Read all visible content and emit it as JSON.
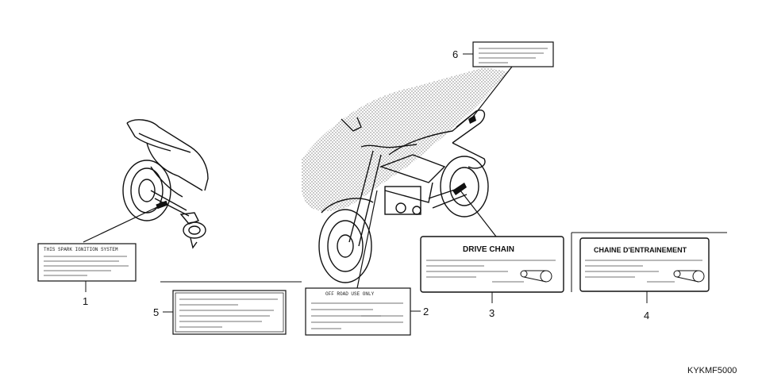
{
  "labels": {
    "label_1_header": "THIS SPARK IGNITION SYSTEM",
    "label_2_header": "OFF ROAD USE ONLY",
    "label_3_header": "DRIVE CHAIN",
    "label_4_header": "CHAINE D'ENTRAINEMENT"
  },
  "callouts": [
    "1",
    "2",
    "3",
    "4",
    "5",
    "6"
  ],
  "diagram_code": "KYKMF5000"
}
